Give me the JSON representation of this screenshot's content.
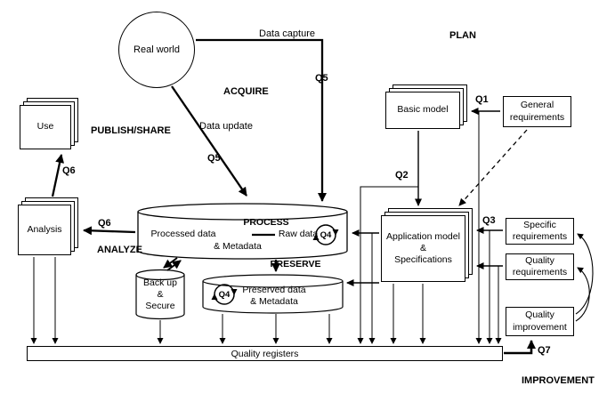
{
  "colors": {
    "ink": "#000000",
    "background": "#ffffff"
  },
  "phases": {
    "plan": "PLAN",
    "acquire": "ACQUIRE",
    "publish_share": "PUBLISH/SHARE",
    "analyze": "ANALYZE",
    "process": "PROCESS",
    "preserve": "PRESERVE",
    "improvement": "IMPROVEMENT"
  },
  "nodes": {
    "real_world": "Real world",
    "use": "Use",
    "analysis": "Analysis",
    "basic_model": "Basic model",
    "general_requirements": "General requirements",
    "application_model": [
      "Application model",
      "&",
      "Specifications"
    ],
    "specific_requirements": "Specific requirements",
    "quality_requirements": "Quality requirements",
    "quality_improvement": "Quality improvement",
    "quality_registers": "Quality registers",
    "backup": [
      "Back up",
      "&",
      "Secure"
    ]
  },
  "datastore": {
    "processed_data": "Processed data",
    "metadata": "& Metadata",
    "raw_data": "Raw data",
    "preserved": [
      "Preserved data",
      "& Metadata"
    ]
  },
  "edge_labels": {
    "data_capture": "Data capture",
    "data_update": "Data update",
    "q1": "Q1",
    "q2": "Q2",
    "q3": "Q3",
    "q4": "Q4",
    "q5": "Q5",
    "q6": "Q6",
    "q7": "Q7"
  }
}
